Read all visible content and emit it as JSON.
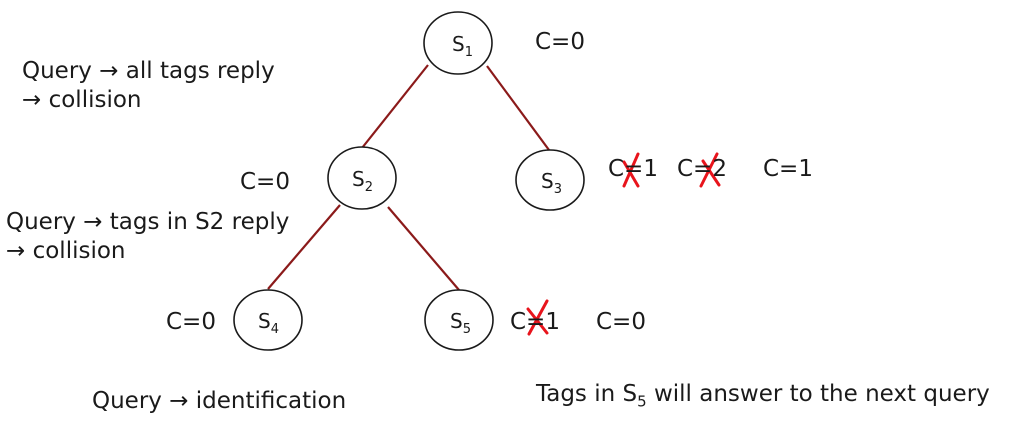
{
  "colors": {
    "edge": "#8b1a1a",
    "cross": "#e8141c",
    "text": "#1a1a1a"
  },
  "nodes": {
    "s1": {
      "base": "S",
      "sub": "1"
    },
    "s2": {
      "base": "S",
      "sub": "2"
    },
    "s3": {
      "base": "S",
      "sub": "3"
    },
    "s4": {
      "base": "S",
      "sub": "4"
    },
    "s5": {
      "base": "S",
      "sub": "5"
    }
  },
  "labels": {
    "c_s1": "C=0",
    "c_s2": "C=0",
    "c_s4": "C=0",
    "s3_struck_1": "C=1",
    "s3_struck_2": "C=2",
    "s3_final": "C=1",
    "s5_struck": "C=1",
    "s5_final": "C=0"
  },
  "annotations": {
    "root_line1": "Query → all tags reply",
    "root_line2": "→ collision",
    "s2_line1": "Query → tags in S2 reply",
    "s2_line2": "→ collision",
    "leaf": "Query → identification",
    "next_prefix": "Tags in S",
    "next_sub": "5",
    "next_suffix": " will answer to the next query"
  }
}
